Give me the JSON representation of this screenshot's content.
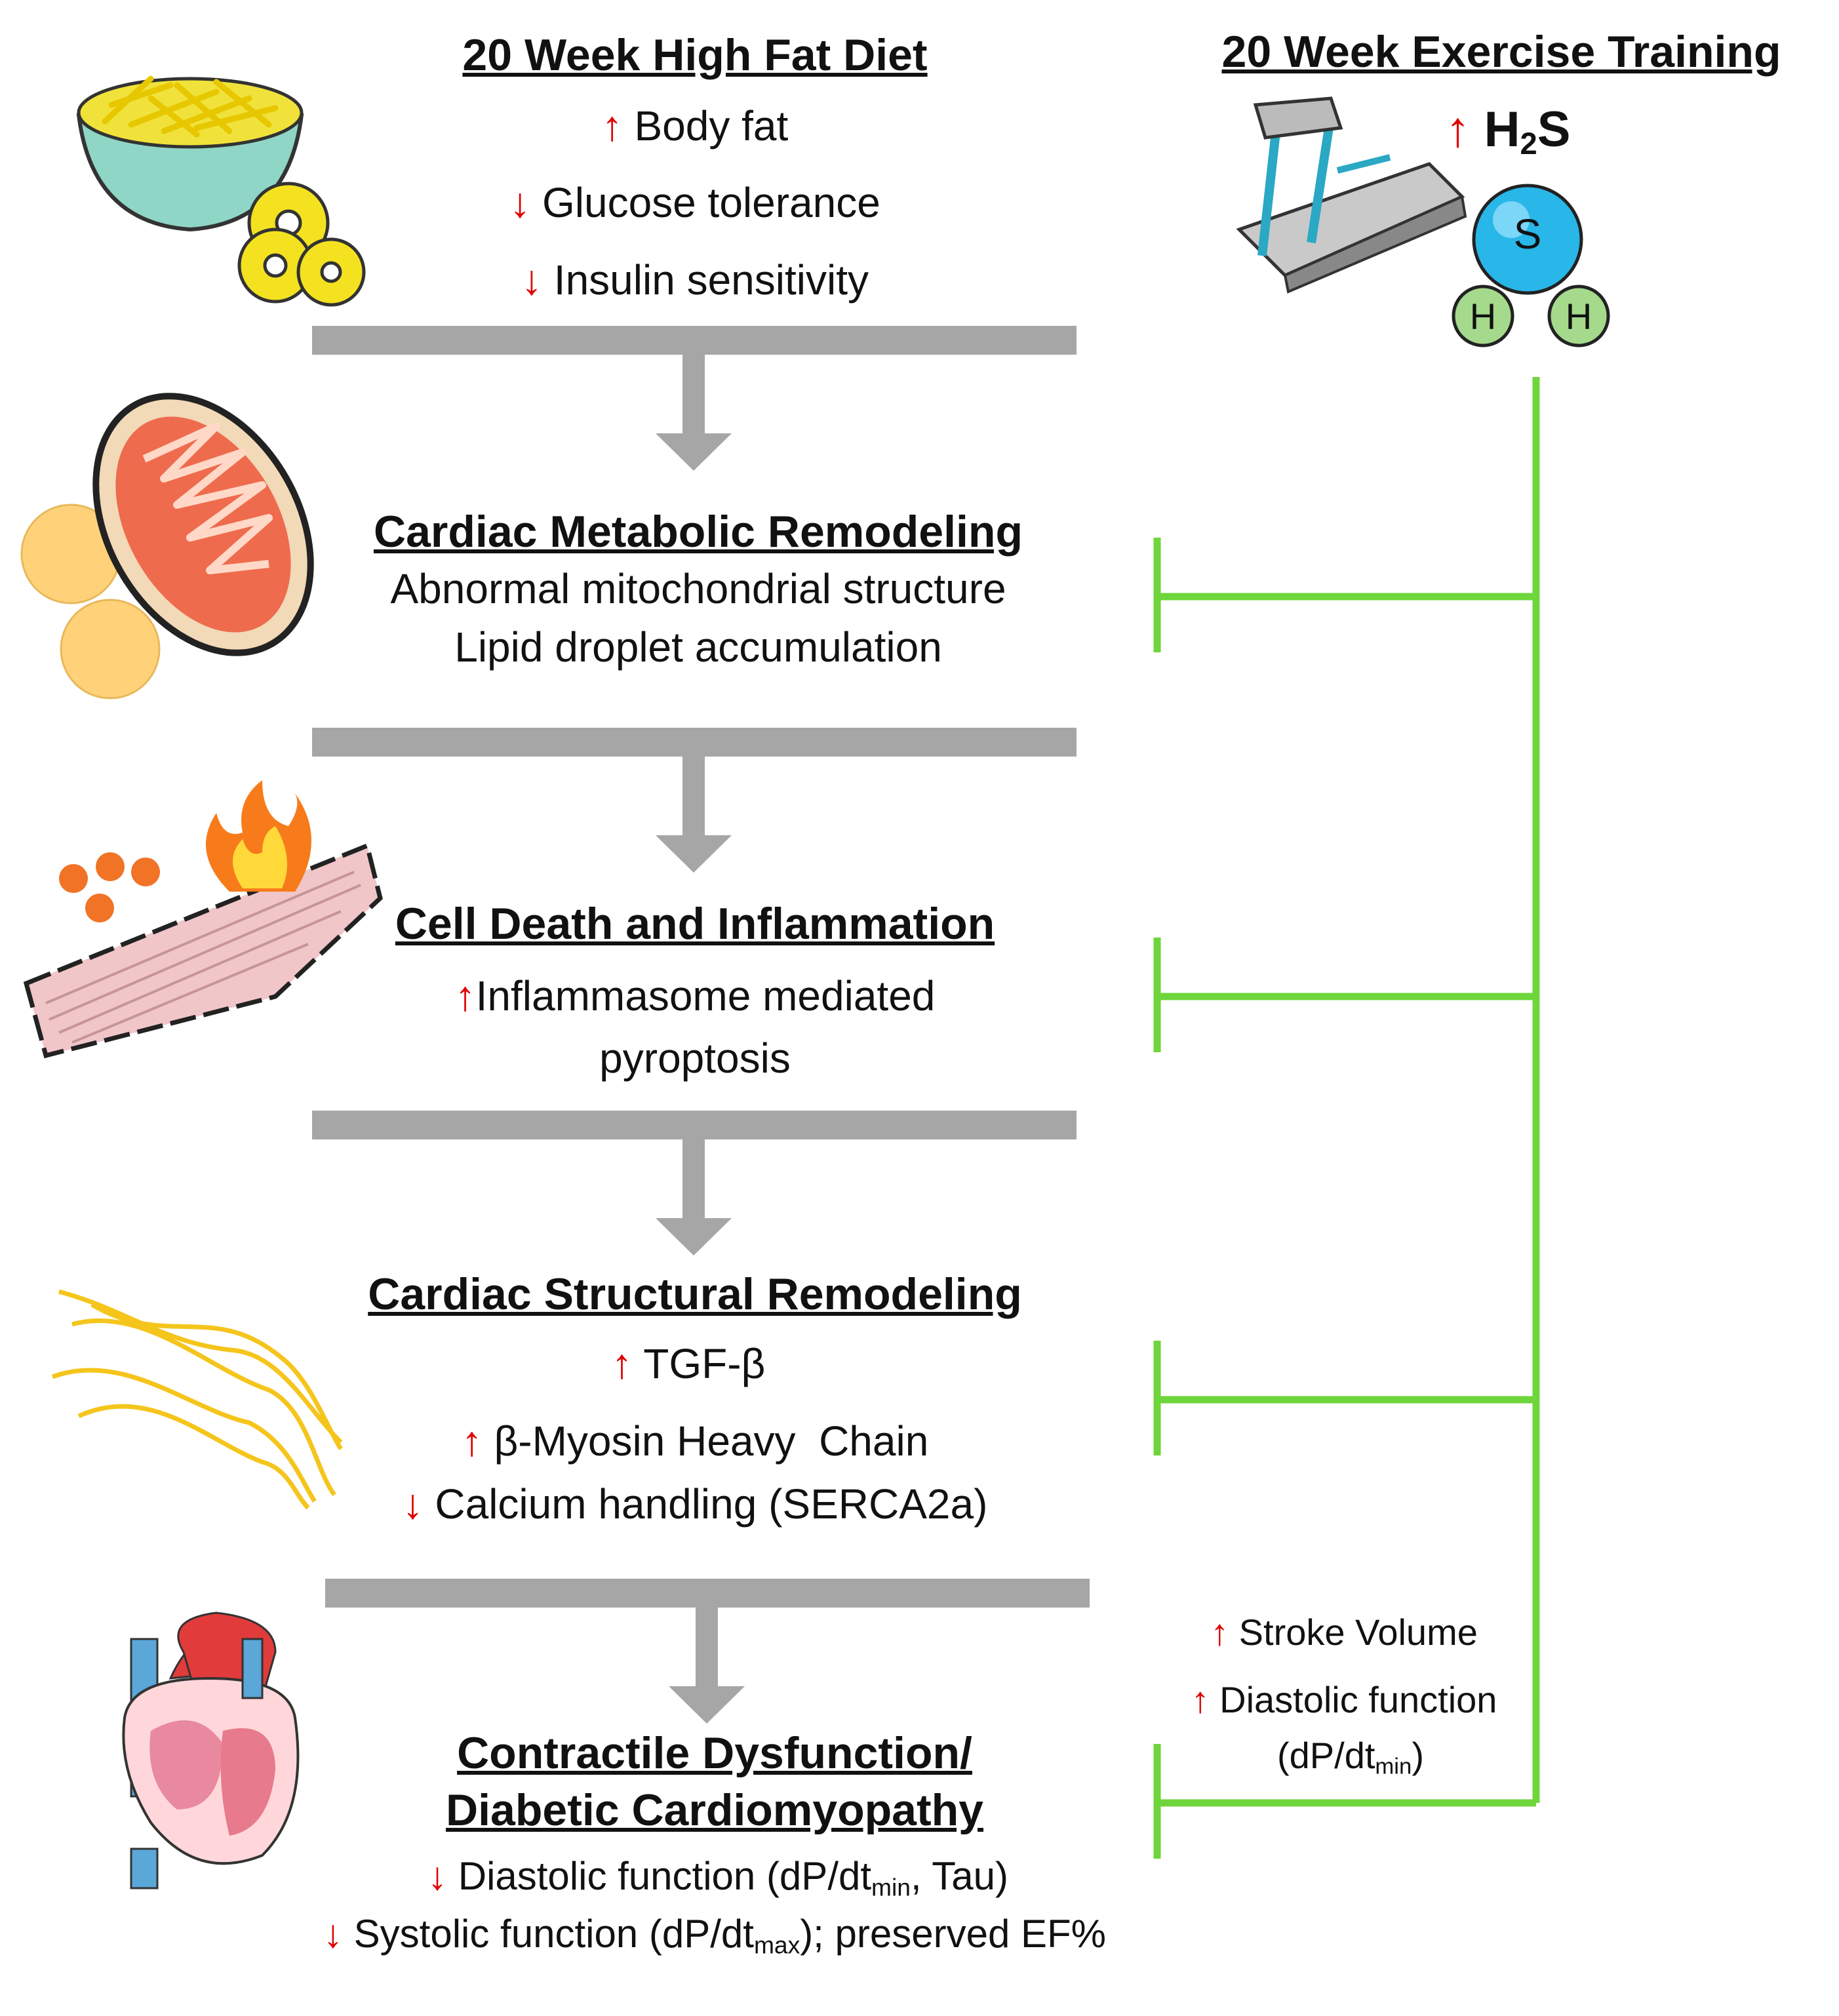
{
  "colors": {
    "arrow_gray": "#a6a6a6",
    "inhibit_green": "#6ed63a",
    "indicator_red": "#e00000"
  },
  "icons": [
    "food-bowl-icon",
    "donut-icon",
    "treadmill-icon",
    "h2s-molecule-icon",
    "mitochondria-icon",
    "lipid-droplet-icon",
    "muscle-fiber-icon",
    "flame-icon",
    "collagen-fibers-icon",
    "heart-icon",
    "up-arrow-icon",
    "down-arrow-icon"
  ],
  "diet": {
    "title": "20 Week High Fat Diet",
    "items": [
      {
        "dir": "↑",
        "text": "Body fat"
      },
      {
        "dir": "↓",
        "text": "Glucose tolerance"
      },
      {
        "dir": "↓",
        "text": "Insulin sensitivity"
      }
    ]
  },
  "exercise": {
    "title": "20 Week Exercise Training",
    "h2s_dir": "↑",
    "h2s_main": "H",
    "h2s_sub": "2",
    "h2s_tail": "S",
    "atom_s": "S",
    "atom_h": "H"
  },
  "metabolic": {
    "title": "Cardiac Metabolic Remodeling",
    "lines": [
      "Abnormal mitochondrial structure",
      "Lipid droplet accumulation"
    ]
  },
  "celldeath": {
    "title": "Cell Death and Inflammation",
    "dir": "↑",
    "line1": "Inflammasome mediated",
    "line2": "pyroptosis"
  },
  "structural": {
    "title": "Cardiac Structural Remodeling",
    "items": [
      {
        "dir": "↑",
        "text": "TGF-β"
      },
      {
        "dir": "↑",
        "text": "β-Myosin Heavy  Chain"
      },
      {
        "dir": "↓",
        "text": "Calcium handling (SERCA2a)"
      }
    ]
  },
  "exercise_effects": {
    "stroke_dir": "↑",
    "stroke": "Stroke Volume",
    "diastolic_dir": "↑",
    "diastolic": "Diastolic function",
    "dp_main": "(dP/dt",
    "dp_sub": "min",
    "dp_tail": ")"
  },
  "contractile": {
    "title1": "Contractile Dysfunction/",
    "title2": "Diabetic Cardiomyopathy",
    "line1_dir": "↓",
    "line1_main": "Diastolic function (dP/dt",
    "line1_sub": "min",
    "line1_tail": ", Tau)",
    "line2_dir": "↓",
    "line2_main": "Systolic function (dP/dt",
    "line2_sub": "max",
    "line2_tail": "); preserved EF%"
  }
}
